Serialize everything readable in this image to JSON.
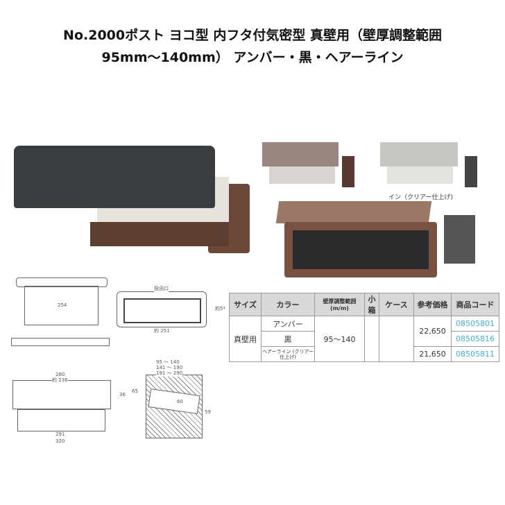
{
  "title": {
    "line1": "No.2000ポスト ヨコ型 内フタ付気密型 真壁用（壁厚調整範囲",
    "line2": "95mm～140mm） アンバー・黒・ヘアーライン"
  },
  "photos": {
    "caption": "イン（クリアー仕上げ)"
  },
  "drawings": {
    "labels": [
      "254",
      "投函口",
      "約5*",
      "約 251",
      "280",
      "約 236",
      "95 ～ 140",
      "141 ～ 190",
      "191 ～ 290",
      "36",
      "65",
      "60",
      "59",
      "291",
      "320"
    ]
  },
  "table": {
    "headers": [
      "サイズ",
      "カラー",
      "壁厚調整範囲 (m/m)",
      "小箱",
      "ケース",
      "参考価格",
      "商品コード"
    ],
    "size": "真壁用",
    "range": "95～140",
    "rows": [
      {
        "color": "アンバー",
        "code": "08505801"
      },
      {
        "color": "黒",
        "code": "08505816"
      },
      {
        "color": "ヘアーライン (クリアー仕上げ)",
        "price": "21,650",
        "code": "08505811"
      }
    ],
    "price_shared": "22,650"
  },
  "colors": {
    "code": "#3fb0d0",
    "header_bg": "#d8d8d8",
    "black_box": "#3a3d40",
    "amber": "#7a5040"
  }
}
